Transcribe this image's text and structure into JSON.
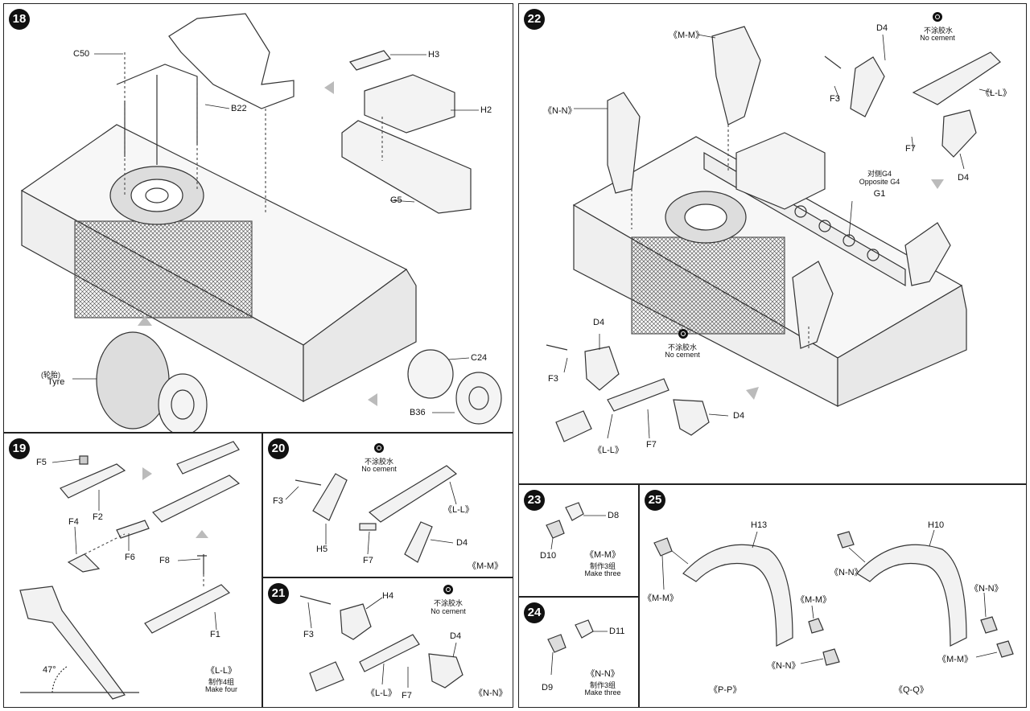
{
  "steps": {
    "s18": {
      "number": "18",
      "labels": {
        "c50": "C50",
        "b22": "B22",
        "h3": "H3",
        "h2": "H2",
        "g5": "G5",
        "tyre_cn": "(轮胎)",
        "tyre": "Tyre",
        "c24": "C24",
        "b36": "B36"
      }
    },
    "s19": {
      "number": "19",
      "labels": {
        "f5": "F5",
        "f2": "F2",
        "f4": "F4",
        "f6": "F6",
        "f8": "F8",
        "f1": "F1",
        "angle": "47°"
      },
      "sub": "《L-L》",
      "count_cn": "制作4组",
      "count": "Make four"
    },
    "s20": {
      "number": "20",
      "nocement_cn": "不涂胶水",
      "nocement": "No cement",
      "labels": {
        "f3": "F3",
        "h5": "H5",
        "f7": "F7",
        "d4": "D4",
        "ll": "《L-L》",
        "mm": "《M-M》"
      }
    },
    "s21": {
      "number": "21",
      "nocement_cn": "不涂胶水",
      "nocement": "No cement",
      "labels": {
        "h4": "H4",
        "f3": "F3",
        "d4": "D4",
        "ll": "《L-L》",
        "f7": "F7",
        "nn": "《N-N》"
      }
    },
    "s22": {
      "number": "22",
      "nocement_cn": "不涂胶水",
      "nocement": "No cement",
      "labels": {
        "mm": "《M-M》",
        "nn": "《N-N》",
        "d4a": "D4",
        "f3a": "F3",
        "f7a": "F7",
        "d4b": "D4",
        "ll_a": "《L-L》",
        "g4_cn": "对侧G4",
        "g4": "Opposite G4",
        "g1": "G1",
        "d4c": "D4",
        "f3b": "F3",
        "ll_b": "《L-L》",
        "f7b": "F7",
        "d4d": "D4"
      },
      "nocement2_cn": "不涂胶水",
      "nocement2": "No cement"
    },
    "s23": {
      "number": "23",
      "d8": "D8",
      "d10": "D10",
      "sub": "《M-M》",
      "count_cn": "制作3组",
      "count": "Make three"
    },
    "s24": {
      "number": "24",
      "d11": "D11",
      "d9": "D9",
      "sub": "《N-N》",
      "count_cn": "制作3组",
      "count": "Make three"
    },
    "s25": {
      "number": "25",
      "labels": {
        "h13": "H13",
        "mm_a": "《M-M》",
        "mm_b": "《M-M》",
        "nn_a": "《N-N》",
        "pp": "《P-P》",
        "h10": "H10",
        "nn_b": "《N-N》",
        "nn_c": "《N-N》",
        "mm_c": "《M-M》",
        "qq": "《Q-Q》"
      }
    }
  }
}
